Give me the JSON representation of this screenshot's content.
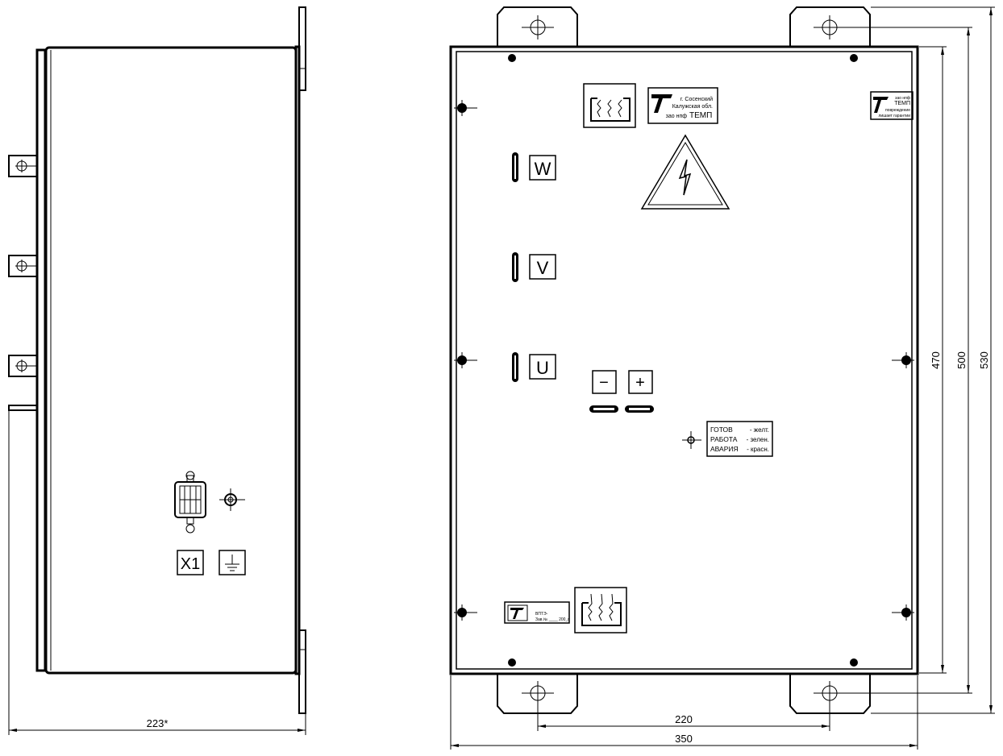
{
  "colors": {
    "line": "#000000",
    "background": "#ffffff"
  },
  "dimensions": {
    "side_width": "223*",
    "holes_220": "220",
    "width_350": "350",
    "height_470": "470",
    "height_500": "500",
    "height_530": "530"
  },
  "side_view": {
    "connector_label": "X1",
    "ground_icon": "ground-icon"
  },
  "front_view": {
    "terminals": [
      "W",
      "V",
      "U"
    ],
    "minus_label": "−",
    "plus_label": "+",
    "icons": {
      "warning": "high-voltage-icon",
      "heater": "heater-icon",
      "logo": "temp-logo-icon"
    },
    "manufacturer_plate": {
      "line1": "г. Сосенский",
      "line2": "Калужская обл.",
      "line3_prefix": "зао нпф",
      "line3_name": "ТЕМП"
    },
    "small_plate": {
      "line1": "зао нпф",
      "line2": "ТЕМП",
      "line3": "повреждение",
      "line4": "лишает гарантии"
    },
    "serial_plate": {
      "line1": "ВПТЭ-",
      "line2": "Зав.№ ____ 200_г."
    },
    "status_legend": [
      {
        "name": "ГОТОВ",
        "color": "- желт."
      },
      {
        "name": "РАБОТА",
        "color": "- зелен."
      },
      {
        "name": "АВАРИЯ",
        "color": "- красн."
      }
    ]
  }
}
